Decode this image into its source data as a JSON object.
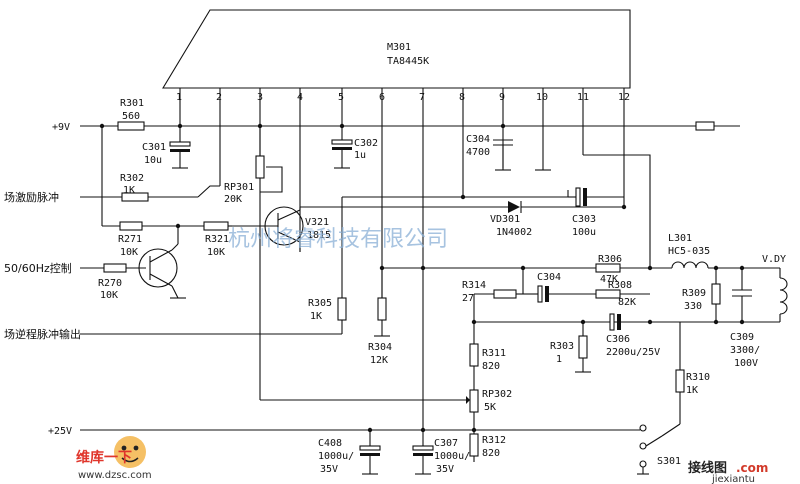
{
  "ic": {
    "name": "M301",
    "part": "TA8445K",
    "pins": [
      "1",
      "2",
      "3",
      "4",
      "5",
      "6",
      "7",
      "8",
      "9",
      "10",
      "11",
      "12"
    ]
  },
  "inputs": {
    "supply_9v": "+9V",
    "supply_25v": "+25V",
    "drive_pulse": "场激励脉冲",
    "mode_control": "50/60Hz控制",
    "flyback_out": "场逆程脉冲输出"
  },
  "components": {
    "r301": [
      "R301",
      "560"
    ],
    "c301": [
      "C301",
      "10u"
    ],
    "r302": [
      "R302",
      "1K"
    ],
    "rp301": [
      "RP301",
      "20K"
    ],
    "c302": [
      "C302",
      "1u"
    ],
    "c304a": [
      "C304",
      "4700"
    ],
    "v321": [
      "V321",
      "1815"
    ],
    "r271": [
      "R271",
      "10K"
    ],
    "r321": [
      "R321",
      "10K"
    ],
    "r270": [
      "R270",
      "10K"
    ],
    "vd301": [
      "VD301",
      "1N4002"
    ],
    "c303": [
      "C303",
      "100u"
    ],
    "l301": [
      "L301",
      "HC5-035"
    ],
    "vdy": "V.DY",
    "r306": [
      "R306",
      "47K"
    ],
    "r314": [
      "R314",
      "27"
    ],
    "c304b": [
      "C304"
    ],
    "r308": [
      "R308",
      "82K"
    ],
    "r309": [
      "R309",
      "330"
    ],
    "c309": [
      "C309",
      "3300/",
      "100V"
    ],
    "r305": [
      "R305",
      "1K"
    ],
    "r304": [
      "R304",
      "12K"
    ],
    "r303": [
      "R303",
      "1"
    ],
    "c306": [
      "C306",
      "2200u/25V"
    ],
    "r311": [
      "R311",
      "820"
    ],
    "rp302": [
      "RP302",
      "5K"
    ],
    "r310": [
      "R310",
      "1K"
    ],
    "c408": [
      "C408",
      "1000u/",
      "35V"
    ],
    "c307": [
      "C307",
      "1000u/",
      "35V"
    ],
    "r312": [
      "R312",
      "820"
    ],
    "s301": "S301"
  },
  "watermark": "杭州将睿科技有限公司",
  "logo_left": {
    "title": "维库一下",
    "url": "www.dzsc.com"
  },
  "logo_right": {
    "title": "接线图",
    "suffix": ".com",
    "url": "jiexiantu"
  }
}
